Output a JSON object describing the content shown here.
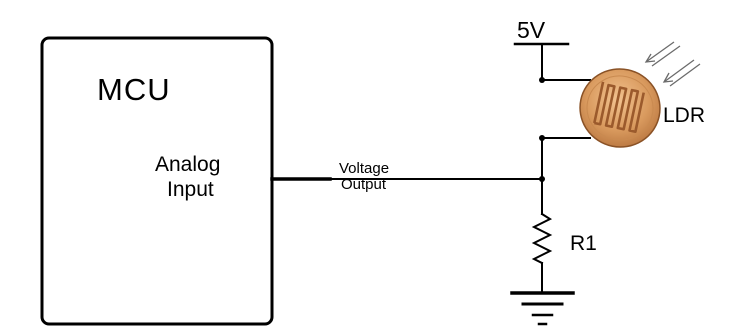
{
  "mcu": {
    "title": "MCU",
    "input_label_line1": "Analog",
    "input_label_line2": "Input"
  },
  "signal": {
    "label_line1": "Voltage",
    "label_line2": "Output"
  },
  "supply": {
    "label": "5V"
  },
  "ldr": {
    "label": "LDR"
  },
  "resistor": {
    "label": "R1"
  },
  "colors": {
    "wire": "#000000",
    "ldr_body": "#d99a5e",
    "ldr_track": "#9b5a2c",
    "light_rays": "#6b6b6b"
  }
}
